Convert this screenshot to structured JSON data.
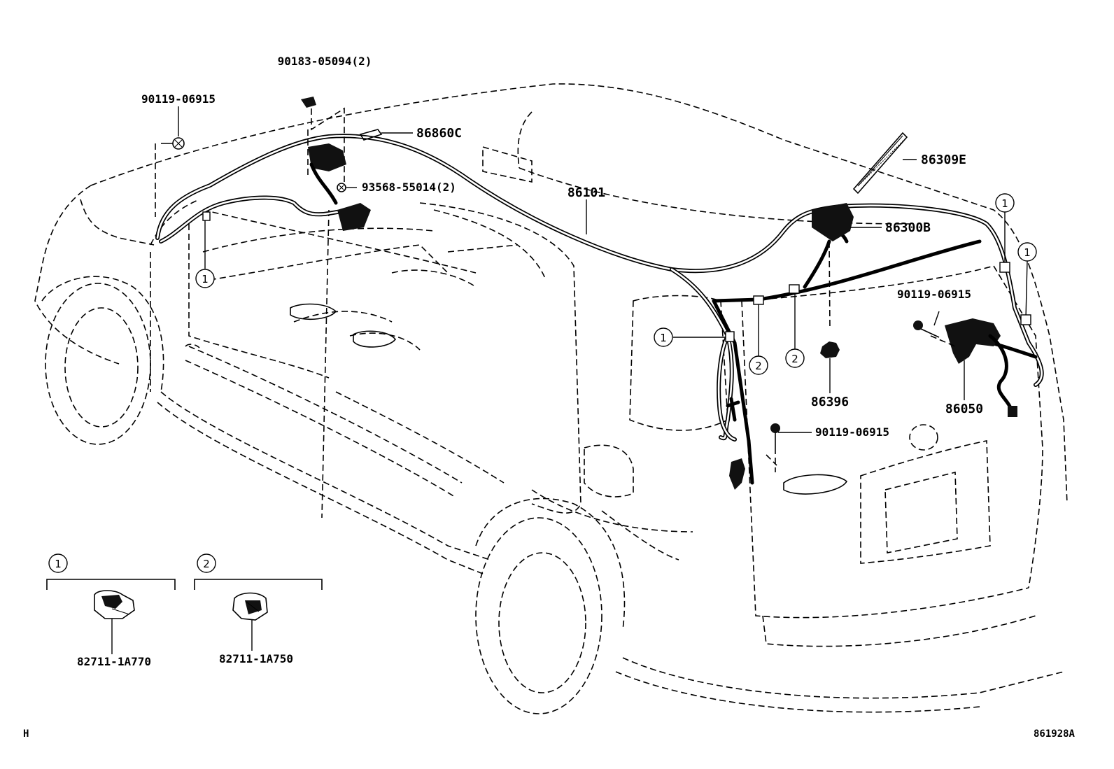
{
  "parts": {
    "p90183_05094": "90183-05094(2)",
    "p90119_06915_top": "90119-06915",
    "p86860C": "86860C",
    "p93568_55014": "93568-55014(2)",
    "p86101": "86101",
    "p86309E": "86309E",
    "p86300B": "86300B",
    "p90119_06915_right": "90119-06915",
    "p86396": "86396",
    "p86050": "86050",
    "p90119_06915_lower": "90119-06915",
    "p82711_1A770": "82711-1A770",
    "p82711_1A750": "82711-1A750"
  },
  "callouts": {
    "one": "1",
    "two": "2"
  },
  "footer": {
    "left_code": "H",
    "diagram_id": "861928A"
  }
}
